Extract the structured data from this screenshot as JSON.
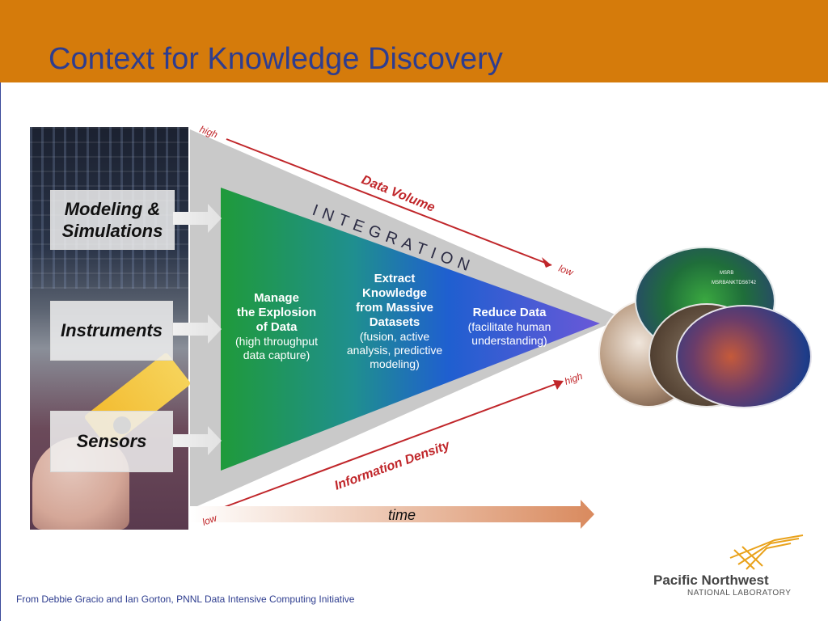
{
  "slide": {
    "title": "Context for Knowledge Discovery",
    "footer": "From Debbie Gracio and Ian Gorton, PNNL Data Intensive Computing Initiative"
  },
  "sources": [
    {
      "label": "Modeling &\nSimulations"
    },
    {
      "label": "Instruments"
    },
    {
      "label": "Sensors"
    }
  ],
  "labels": {
    "integration": "INTEGRATION",
    "data_volume": "Data Volume",
    "information_density": "Information Density",
    "time": "time",
    "high_top": "high",
    "low_top": "low",
    "high_bottom": "high",
    "low_bottom": "low"
  },
  "stages": [
    {
      "title": "Manage\nthe Explosion\nof Data",
      "sub": "(high throughput\ndata capture)"
    },
    {
      "title": "Extract\nKnowledge\nfrom Massive\nDatasets",
      "sub": "(fusion, active\nanalysis, predictive\nmodeling)"
    },
    {
      "title": "Reduce Data",
      "sub": "(facilitate human\nunderstanding)"
    }
  ],
  "visuals": {
    "screen_label": "MSRB",
    "screen_label_2": "MSRBANKTDS6742"
  },
  "logo": {
    "name": "Pacific Northwest",
    "sub": "NATIONAL LABORATORY"
  },
  "colors": {
    "header": "#d57b0b",
    "title": "#2e3d8f",
    "funnel_start": "#1e9e3a",
    "funnel_end": "#5a4fd6",
    "axis_red": "#c0262a",
    "time_arrow": "#d98a5e"
  }
}
